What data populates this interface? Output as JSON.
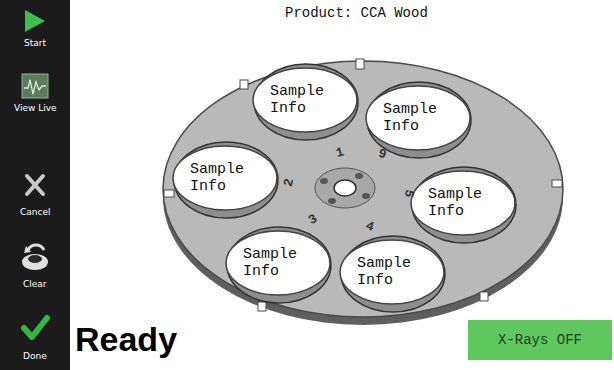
{
  "diagram": {
    "title": "Product: CCA Wood",
    "nodes": [
      {
        "text": [
          "Start",
          "View Live",
          "Cancel",
          "Clear",
          "Done"
        ]
      },
      {
        "text": [
          "Sample Info"
        ]
      },
      {
        "text": [
          "Sample Info"
        ]
      },
      {
        "text": [
          "Sample Info"
        ]
      },
      {
        "text": [
          "Sample Info"
        ]
      },
      {
        "text": [
          "Sample Info"
        ]
      },
      {
        "text": [
          "Sample Info"
        ]
      },
      {
        "text": [
          "X-Rays OFF"
        ]
      }
    ],
    "labels": [
      "1",
      "6",
      "2",
      "5",
      "3",
      "4",
      "Ready"
    ]
  }
}
